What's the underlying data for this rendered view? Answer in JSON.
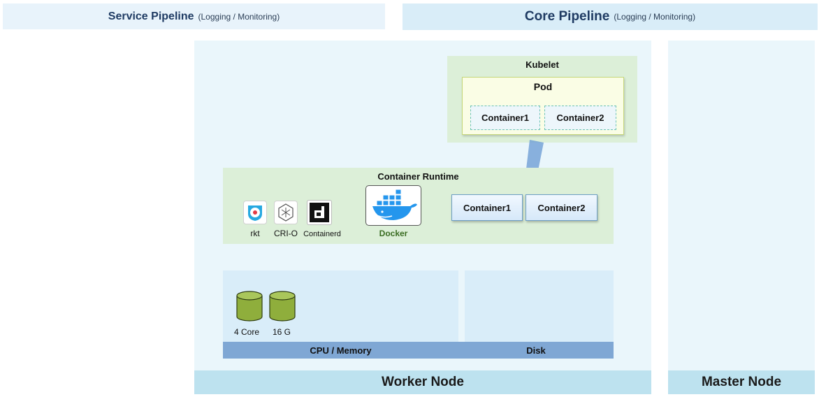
{
  "pipelines": {
    "service": {
      "title": "Service Pipeline",
      "subtitle": "(Logging / Monitoring)"
    },
    "core": {
      "title": "Core Pipeline",
      "subtitle": "(Logging / Monitoring)"
    }
  },
  "nodes": {
    "worker": "Worker Node",
    "master": "Master Node"
  },
  "kubelet": {
    "title": "Kubelet",
    "pod": {
      "title": "Pod",
      "containers": [
        "Container1",
        "Container2"
      ]
    }
  },
  "runtime": {
    "title": "Container Runtime",
    "engines": [
      "rkt",
      "CRI-O",
      "Containerd",
      "Docker"
    ],
    "containers": [
      "Container1",
      "Container2"
    ]
  },
  "resources": {
    "cpu_memory_label": "CPU / Memory",
    "disk_label": "Disk",
    "cpu_cores": "4 Core",
    "memory": "16 G"
  },
  "colors": {
    "pipeline_bg": "#e8f3fb",
    "node_bg": "#eaf6fb",
    "node_label_bg": "#bde2ef",
    "kubelet_bg": "#dcefd8",
    "pod_bg": "#fafde5",
    "resource_label_bg": "#7fa7d4",
    "db_green": "#8fae3c",
    "docker_blue": "#2496ed",
    "arrow": "#6f9fd6"
  }
}
